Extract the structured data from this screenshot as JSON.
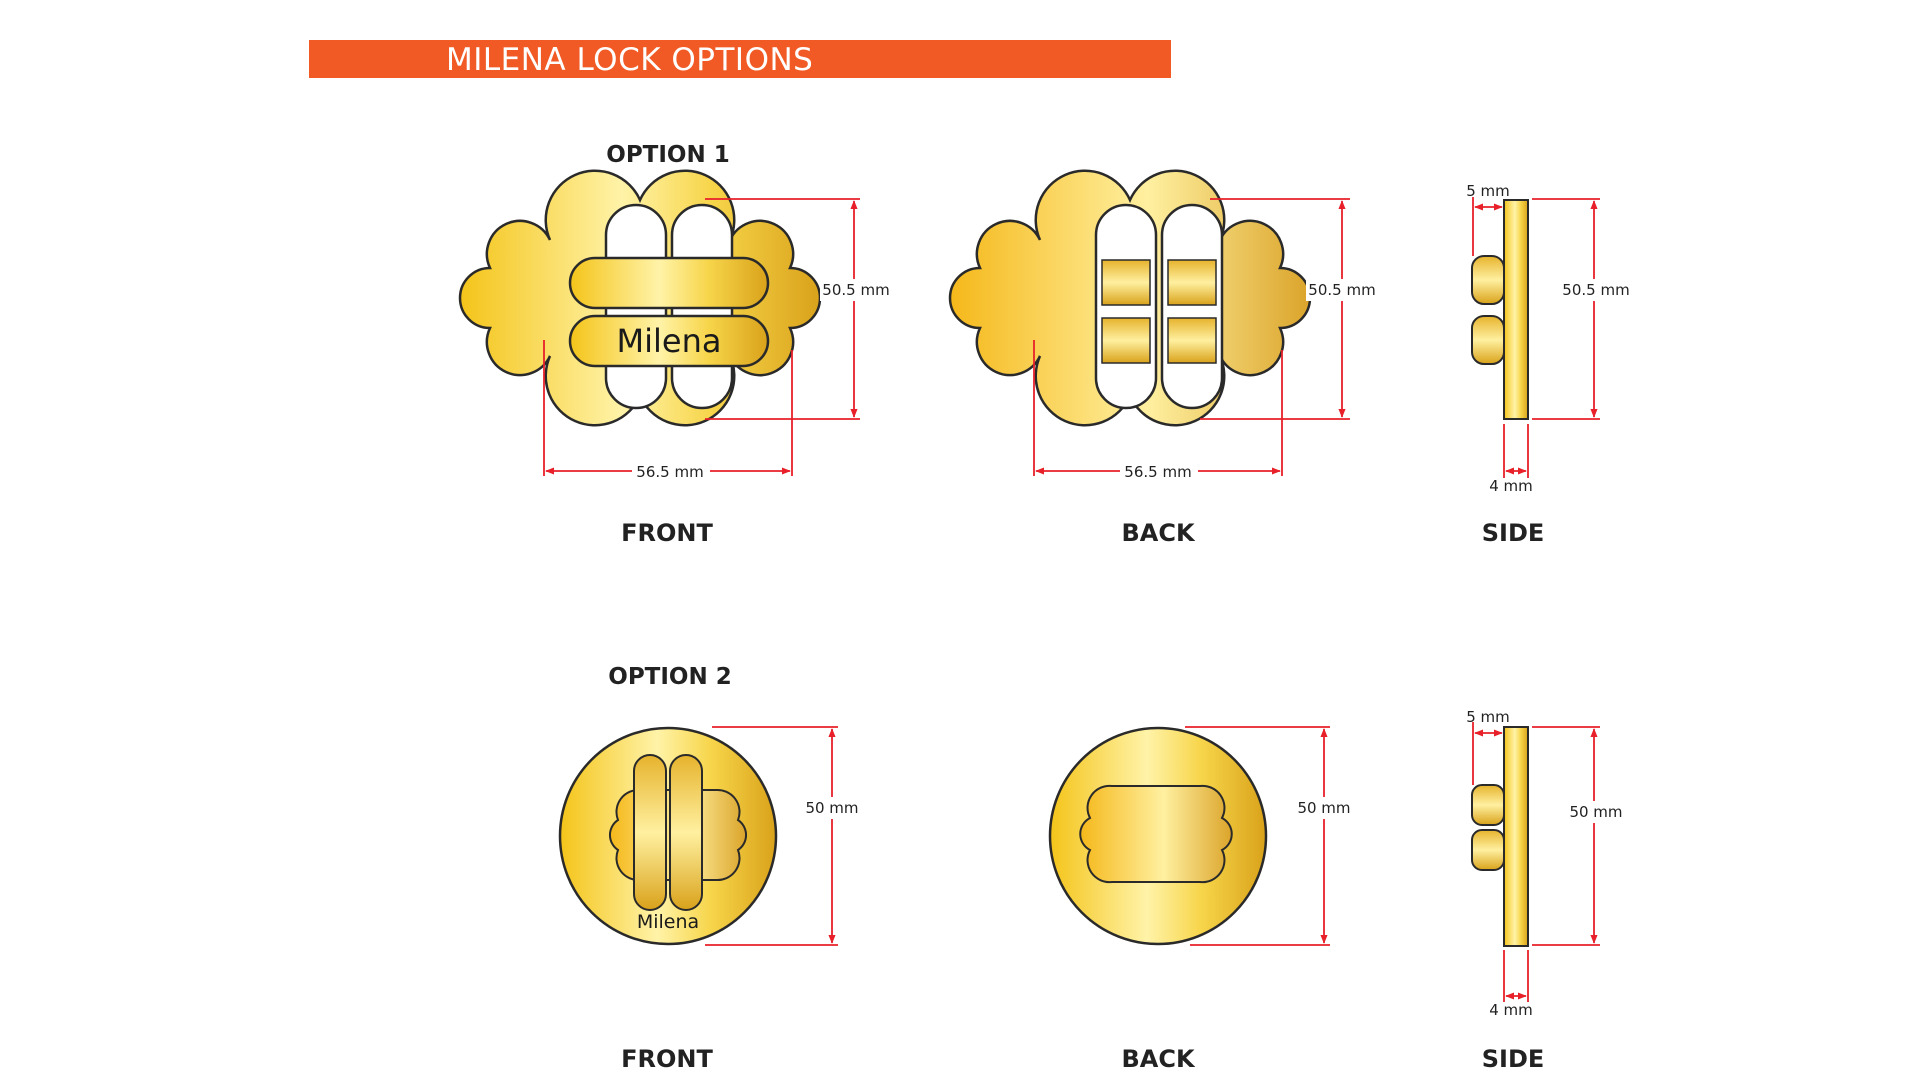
{
  "title": "MILENA LOCK OPTIONS",
  "colors": {
    "banner": "#f15a24",
    "dimension_line": "#e8202a",
    "gold_dark": "#d9a21a",
    "gold_light": "#fff3a8"
  },
  "logo_text": "Milena",
  "option1": {
    "heading": "OPTION  1",
    "front": {
      "label": "FRONT",
      "width": "56.5 mm",
      "height": "50.5 mm"
    },
    "back": {
      "label": "BACK",
      "width": "56.5 mm",
      "height": "50.5 mm"
    },
    "side": {
      "label": "SIDE",
      "depth": "5 mm",
      "height": "50.5 mm",
      "thickness": "4 mm"
    }
  },
  "option2": {
    "heading": "OPTION 2",
    "front": {
      "label": "FRONT",
      "height": "50 mm"
    },
    "back": {
      "label": "BACK",
      "height": "50 mm"
    },
    "side": {
      "label": "SIDE",
      "depth": "5 mm",
      "height": "50 mm",
      "thickness": "4 mm"
    }
  }
}
